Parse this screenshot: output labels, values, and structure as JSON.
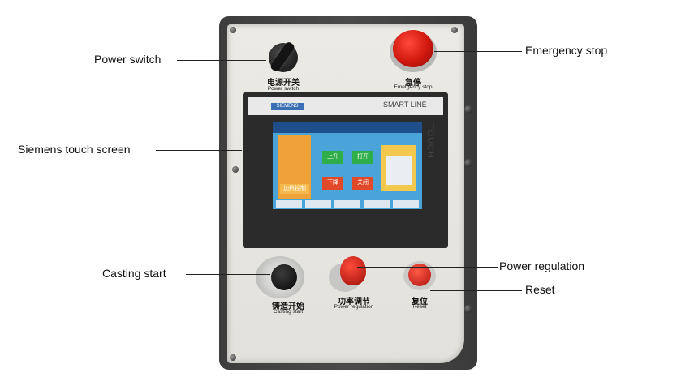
{
  "callouts": {
    "power_switch": "Power switch",
    "emergency_stop": "Emergency stop",
    "touch_screen": "Siemens touch screen",
    "casting_start": "Casting start",
    "power_regulation": "Power regulation",
    "reset": "Reset"
  },
  "panel_labels": {
    "power_switch_cn": "电源开关",
    "power_switch_en": "Power switch",
    "emergency_stop_cn": "急停",
    "emergency_stop_en": "Emergency stop",
    "casting_start_cn": "铸造开始",
    "casting_start_en": "Casting start",
    "power_regulation_cn": "功率调节",
    "power_regulation_en": "Power regulation",
    "reset_cn": "复位",
    "reset_en": "Reset"
  },
  "screen": {
    "brand": "SIEMENS",
    "model": "SMART LINE",
    "side_text": "TOUCH",
    "hmi_buttons": [
      "上升",
      "打开",
      "下降",
      "关闭",
      "加热控制"
    ]
  },
  "colors": {
    "emergency_red": "#d0180e",
    "hmi_blue": "#4aa3d9",
    "hmi_green": "#2fae4a",
    "hmi_red": "#e04a2a"
  }
}
